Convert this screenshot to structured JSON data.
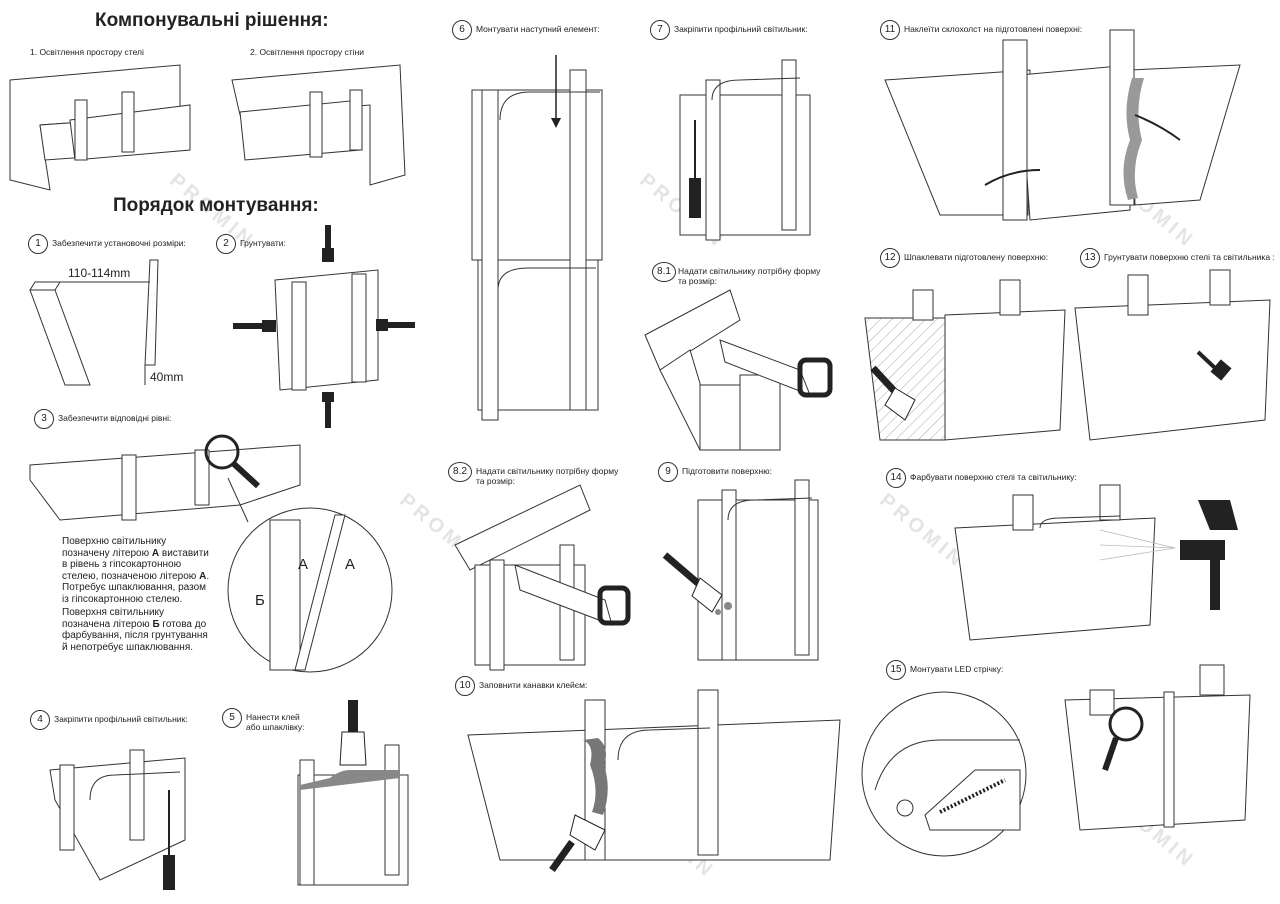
{
  "headings": {
    "layout": "Компонувальні рішення:",
    "order": "Порядок монтування:"
  },
  "layouts": [
    {
      "label": "1. Освітлення простору стелі"
    },
    {
      "label": "2. Освітлення простору стіни"
    }
  ],
  "steps": [
    {
      "num": "1",
      "text": "Забезпечити установочні розміри:"
    },
    {
      "num": "2",
      "text": "Грунтувати:"
    },
    {
      "num": "3",
      "text": "Забезпечити відповідні рівні:"
    },
    {
      "num": "4",
      "text": "Закріпити профільний світильник:"
    },
    {
      "num": "5",
      "text": "Нанести клей або шпаклівку:"
    },
    {
      "num": "6",
      "text": "Монтувати наступний елемент:"
    },
    {
      "num": "7",
      "text": "Закріпити профільний світильник:"
    },
    {
      "num": "8.1",
      "text": "Надати світильнику потрібну форму та розмір:"
    },
    {
      "num": "8.2",
      "text": "Надати світильнику потрібну форму та розмір:"
    },
    {
      "num": "9",
      "text": "Підготовити поверхню:"
    },
    {
      "num": "10",
      "text": "Заповнити канавки клейєм:"
    },
    {
      "num": "11",
      "text": "Наклеїти склохолст на підготовлені поверхні:"
    },
    {
      "num": "12",
      "text": "Шпаклевати підготовлену поверхню:"
    },
    {
      "num": "13",
      "text": "Грунтувати поверхню стелі та світильника :"
    },
    {
      "num": "14",
      "text": "Фарбувати поверхню стелі та світильнику:"
    },
    {
      "num": "15",
      "text": "Монтувати LED стрічку:"
    }
  ],
  "dimensions": {
    "width": "110-114mm",
    "depth": "40mm"
  },
  "note": {
    "p1_a": "Поверхню світильнику позначену літерою ",
    "p1_bold": "А",
    "p1_b": " виставити в рівень з гіпсокартонною стелею, позначеною літерою ",
    "p1_bold2": "А",
    "p1_c": ". Потребує шпаклювання, разом із гіпсокартонною стелею.",
    "p2_a": "Поверхня світильнику позначена літерою ",
    "p2_bold": "Б",
    "p2_b": " готова до фарбування, після грунтування й непотребує шпаклювання."
  },
  "detail_letters": {
    "a1": "А",
    "a2": "А",
    "b": "Б"
  },
  "watermark": "PROMIN",
  "colors": {
    "line": "#333333",
    "fill": "#ffffff",
    "shade": "#e9e9e9",
    "tool": "#222222",
    "glue": "#777777"
  }
}
